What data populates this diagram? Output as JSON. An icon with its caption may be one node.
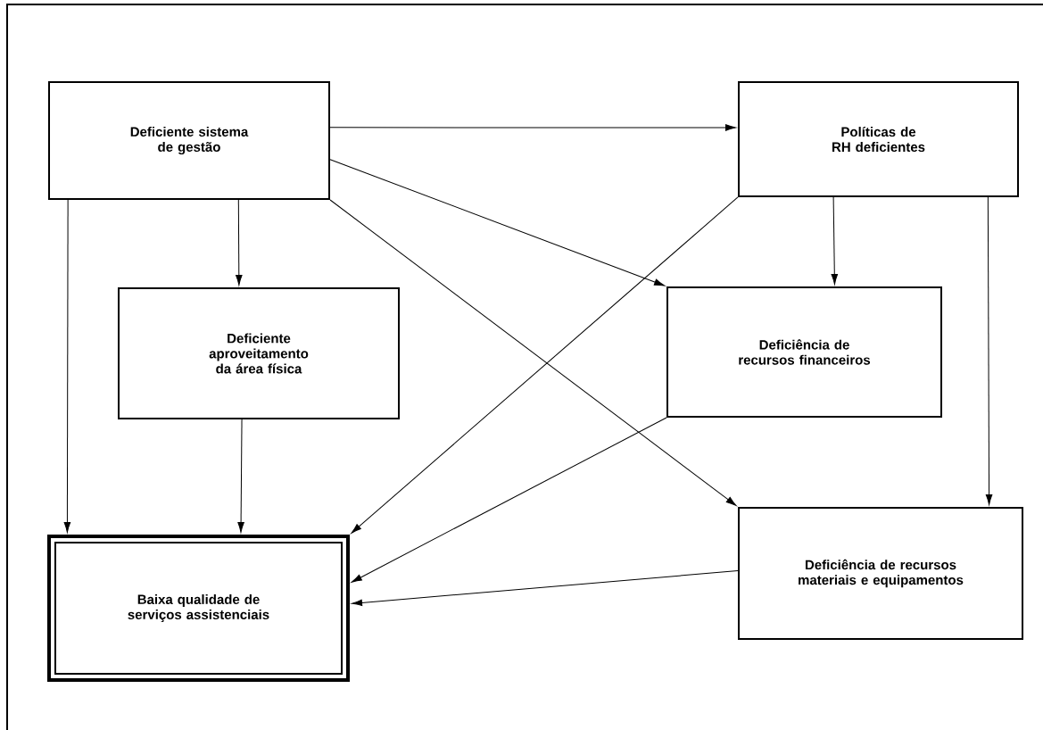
{
  "diagram": {
    "nodes": [
      {
        "text": [
          "Deficiente sistema de gestão"
        ]
      },
      {
        "text": [
          "Políticas de RH deficientes"
        ]
      },
      {
        "text": [
          "Deficiente aproveitamento da área física"
        ]
      },
      {
        "text": [
          "Deficiência de recursos financeiros"
        ]
      },
      {
        "text": [
          "Baixa qualidade de serviços assistenciais"
        ]
      },
      {
        "text": [
          "Deficiência de recursos materiais e equipamentos"
        ]
      }
    ],
    "edges": [
      {
        "from": 0,
        "to": 1,
        "arrow": "to"
      },
      {
        "from": 0,
        "to": 4,
        "arrow": "to"
      },
      {
        "from": 0,
        "to": 2,
        "arrow": "to"
      },
      {
        "from": 0,
        "to": 3,
        "arrow": "to"
      },
      {
        "from": 0,
        "to": 5,
        "arrow": "to"
      },
      {
        "from": 1,
        "to": 4,
        "arrow": "to"
      },
      {
        "from": 1,
        "to": 3,
        "arrow": "to"
      },
      {
        "from": 1,
        "to": 5,
        "arrow": "to"
      },
      {
        "from": 2,
        "to": 4,
        "arrow": "to"
      },
      {
        "from": 3,
        "to": 4,
        "arrow": "to"
      },
      {
        "from": 5,
        "to": 4,
        "arrow": "to"
      }
    ]
  }
}
